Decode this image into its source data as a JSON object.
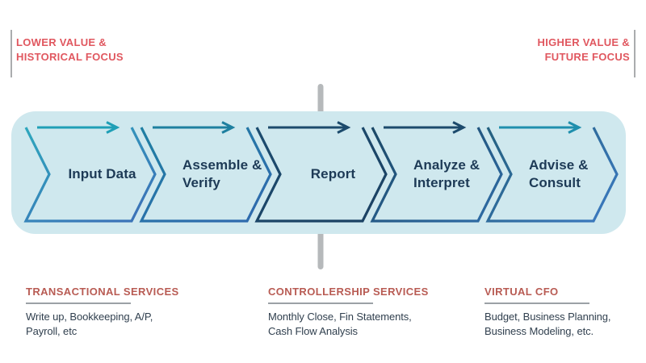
{
  "palette": {
    "band_background": "#cfe8ee",
    "axis_label_red": "#e0575f",
    "service_title_red": "#b85b53",
    "stage_text_navy": "#1d3a56",
    "body_text": "#31404f",
    "divider_gray": "#b6b9bb",
    "tick_gray": "#aaacae"
  },
  "axis": {
    "left_label": "LOWER VALUE &\nHISTORICAL FOCUS",
    "right_label": "HIGHER VALUE &\nFUTURE FOCUS"
  },
  "stages": [
    {
      "label": "Input Data",
      "color_start": "#2ea7bd",
      "color_end": "#3b74b8",
      "arrow_color": "#1f9fb6"
    },
    {
      "label": "Assemble &\nVerify",
      "color_start": "#1f7fa2",
      "color_end": "#2e6bad",
      "arrow_color": "#1e7f9f"
    },
    {
      "label": "Report",
      "color_start": "#1c4c6f",
      "color_end": "#1b4264",
      "arrow_color": "#1c4a6c"
    },
    {
      "label": "Analyze &\nInterpret",
      "color_start": "#1b4866",
      "color_end": "#2f6da8",
      "arrow_color": "#1c4a6c"
    },
    {
      "label": "Advise &\nConsult",
      "color_start": "#24607f",
      "color_end": "#3a78bc",
      "arrow_color": "#1f8fad"
    }
  ],
  "services": [
    {
      "title": "TRANSACTIONAL SERVICES",
      "detail": "Write up, Bookkeeping, A/P,\nPayroll, etc"
    },
    {
      "title": "CONTROLLERSHIP SERVICES",
      "detail": "Monthly Close, Fin Statements,\nCash Flow Analysis"
    },
    {
      "title": "VIRTUAL CFO",
      "detail": "Budget, Business Planning,\nBusiness Modeling, etc."
    }
  ]
}
